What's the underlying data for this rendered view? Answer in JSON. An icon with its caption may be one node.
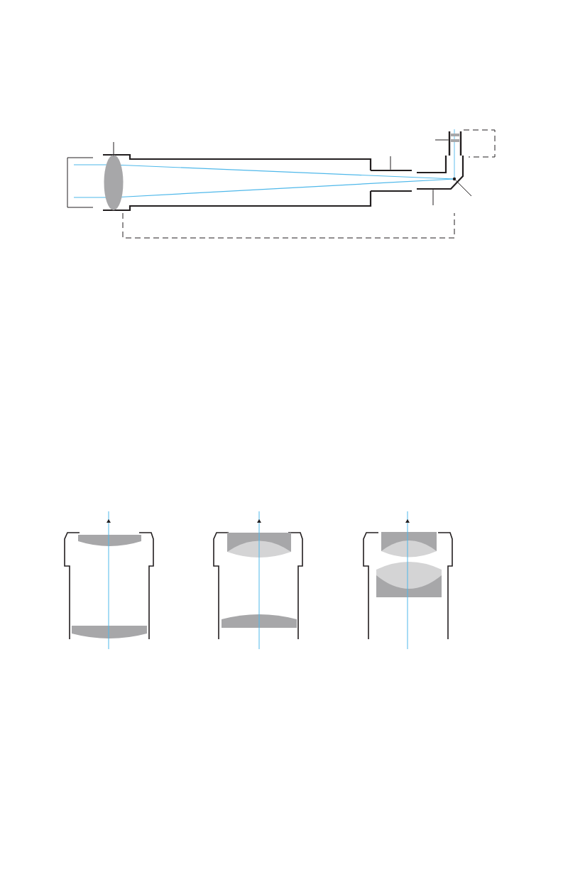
{
  "diagram": {
    "nodes": [
      {
        "text": [],
        "shape": "ellipse"
      },
      {
        "text": [],
        "shape": "picture"
      },
      {
        "text": [],
        "shape": "picture"
      },
      {
        "text": [],
        "shape": "picture"
      },
      {
        "text": [],
        "shape": "circle",
        "in": 2
      }
    ],
    "edges": [
      {
        "from": null,
        "to": 0,
        "arrow": "none"
      },
      {
        "from": null,
        "to": 1,
        "arrow": "none"
      },
      {
        "from": null,
        "to": 2,
        "arrow": "none"
      },
      {
        "from": null,
        "to": 3,
        "arrow": "none"
      },
      {
        "from": null,
        "to": 4,
        "arrow": "none"
      }
    ]
  }
}
